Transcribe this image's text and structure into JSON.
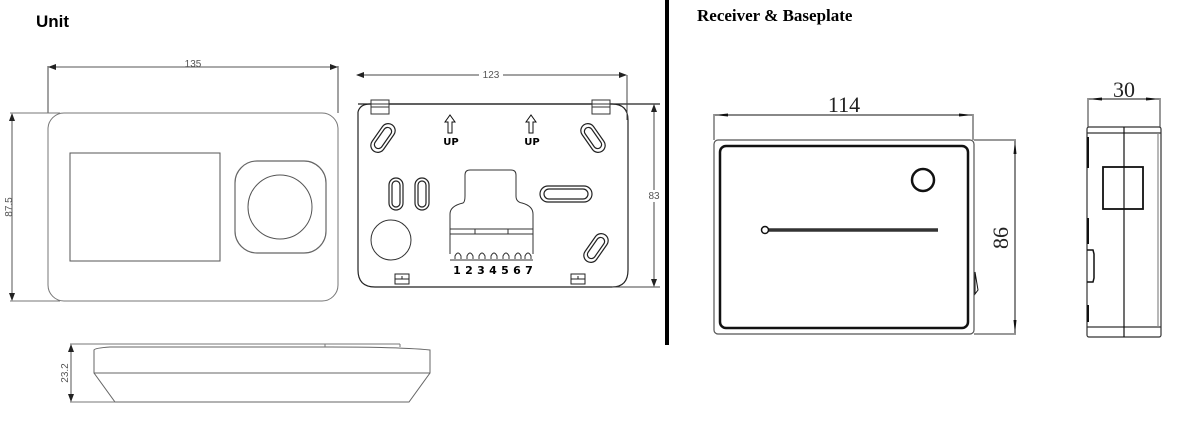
{
  "sections": {
    "unit": {
      "title": "Unit",
      "width_label": "135",
      "height_label": "87.5",
      "depth_label": "23.2"
    },
    "baseplate": {
      "width_label": "123",
      "height_label": "83",
      "up_labels": [
        "UP",
        "UP"
      ],
      "terminals": [
        "1",
        "2",
        "3",
        "4",
        "5",
        "6",
        "7"
      ]
    },
    "receiver": {
      "title": "Receiver & Baseplate",
      "width_label": "114",
      "height_label": "86",
      "depth_label": "30"
    }
  },
  "colors": {
    "line": "#333333",
    "divider": "#000000"
  }
}
